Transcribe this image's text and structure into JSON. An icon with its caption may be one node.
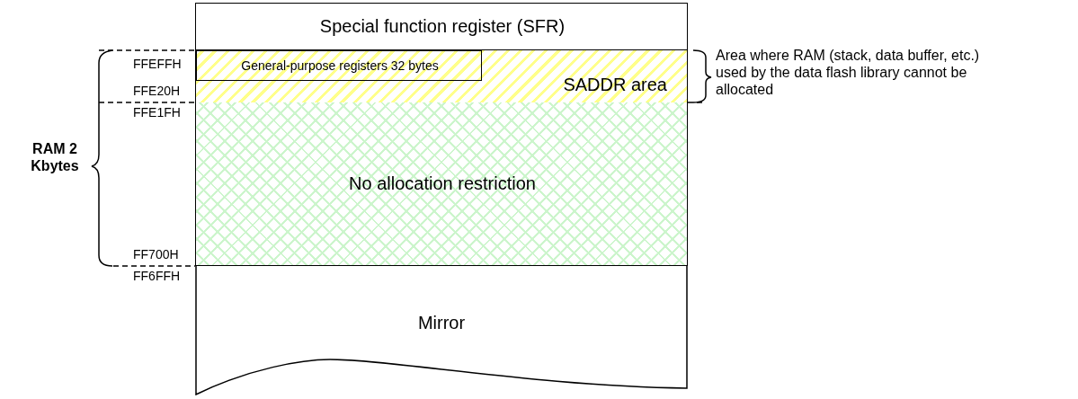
{
  "diagram": {
    "nodes": [
      {
        "text": [
          "Special function register (SFR)"
        ]
      },
      {
        "text": [
          "SADDR area"
        ]
      },
      {
        "text": [
          "General-purpose registers 32 bytes"
        ],
        "in": 1
      },
      {
        "text": [
          "No allocation restriction"
        ]
      },
      {
        "text": [
          "Mirror"
        ]
      }
    ],
    "edges": [],
    "labels": [
      "FFEFFH",
      "Area where RAM (stack, data buffer, etc.) used by the data flash library cannot be allocated",
      "FFE20H",
      "FFE1FH",
      "RAM 2 Kbytes",
      "FF700H",
      "FF6FFH"
    ]
  }
}
